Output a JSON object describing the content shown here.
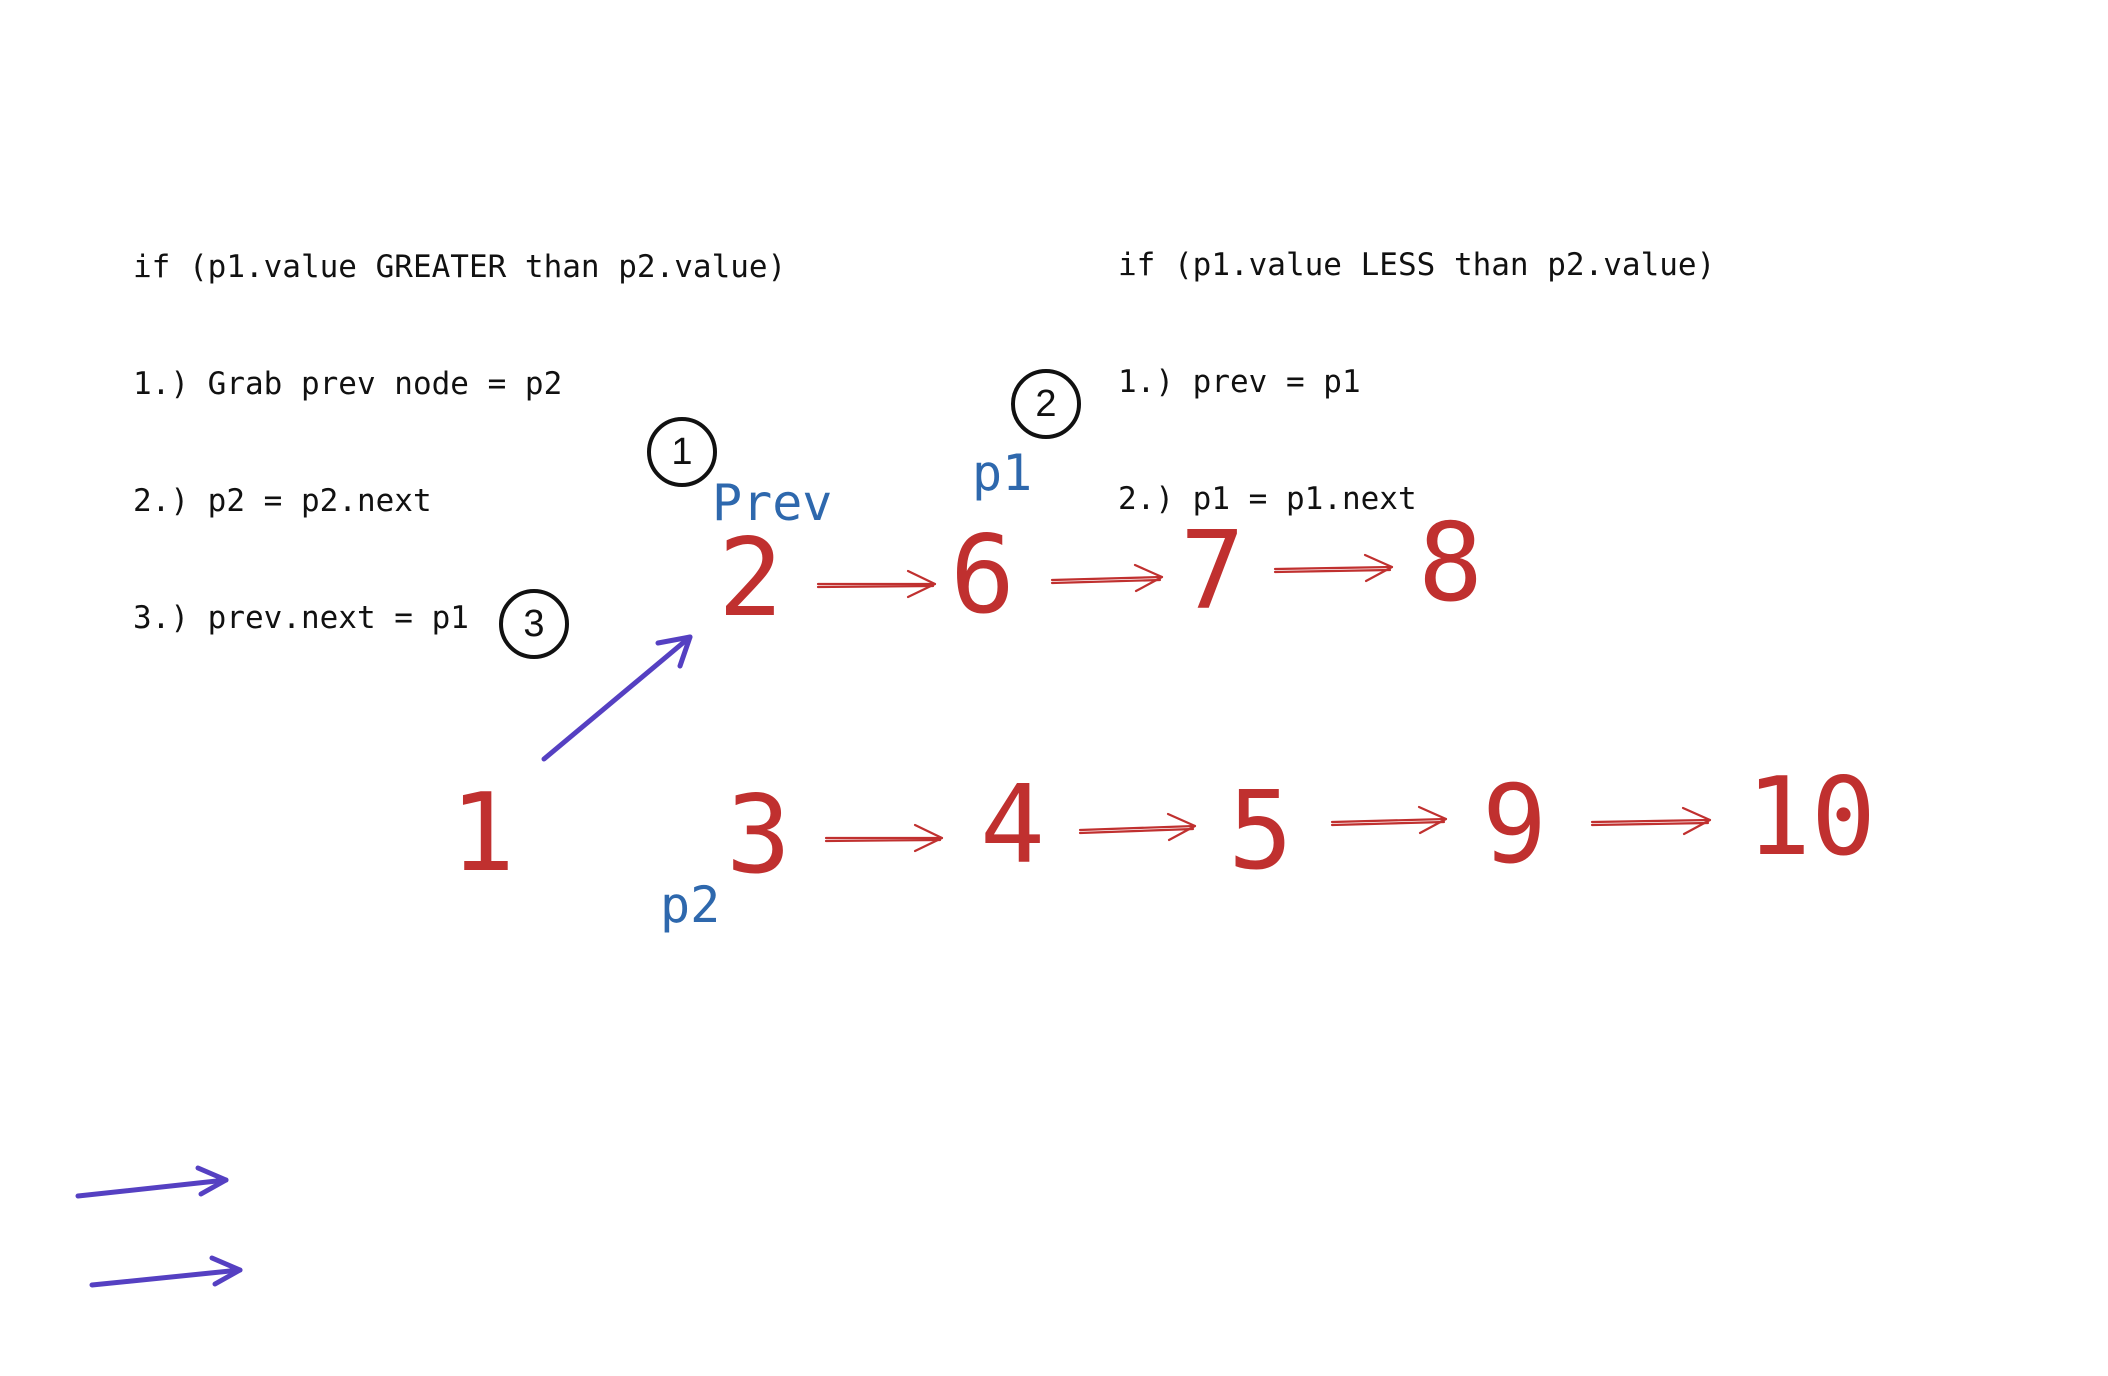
{
  "rules": {
    "greater": [
      "if (p1.value GREATER than p2.value)",
      "1.) Grab prev node = p2",
      "2.) p2 = p2.next",
      "3.) prev.next = p1"
    ],
    "less": [
      "if (p1.value LESS than p2.value)",
      "1.) prev = p1",
      "2.) p1 = p1.next"
    ]
  },
  "list1": [
    "2",
    "6",
    "7",
    "8"
  ],
  "list2": [
    "1",
    "3",
    "4",
    "5",
    "9",
    "10"
  ],
  "pointers": {
    "prev": "Prev",
    "p1": "p1",
    "p2": "p2"
  },
  "steps": [
    "1",
    "2",
    "3"
  ],
  "colors": {
    "node_text": "#c0302f",
    "pointer_text": "#2e68ad",
    "link_arrow": "#c0302f",
    "relink_arrow": "#5540c2",
    "step_circle": "#111111"
  }
}
